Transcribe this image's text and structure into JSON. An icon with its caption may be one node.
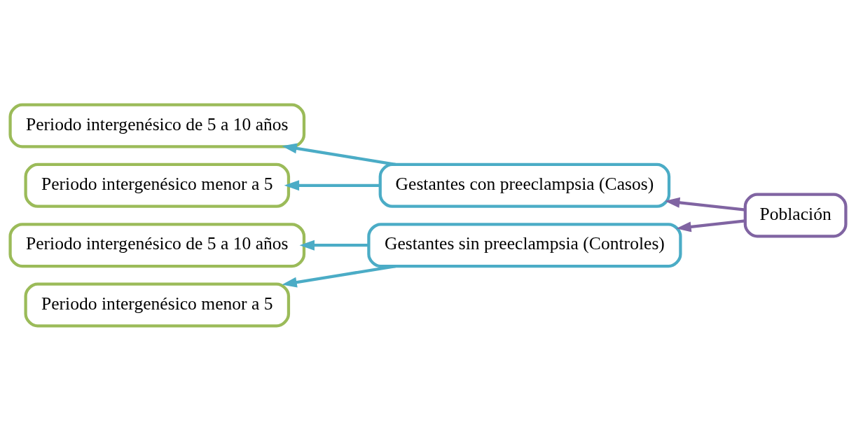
{
  "diagram": {
    "nodes": [
      {
        "text": [
          "Periodo intergenésico de 5 a 10 años"
        ]
      },
      {
        "text": [
          "Periodo intergenésico menor a 5"
        ]
      },
      {
        "text": [
          "Gestantes con preeclampsia (Casos)"
        ]
      },
      {
        "text": [
          "Periodo intergenésico de 5 a 10 años"
        ]
      },
      {
        "text": [
          "Periodo intergenésico menor a 5"
        ]
      },
      {
        "text": [
          "Gestantes sin preeclampsia (Controles)"
        ]
      },
      {
        "text": [
          "Población"
        ]
      }
    ],
    "edges": [
      {
        "from": 6,
        "to": 2,
        "arrow": "to",
        "color": "#8064a2"
      },
      {
        "from": 6,
        "to": 5,
        "arrow": "to",
        "color": "#8064a2"
      },
      {
        "from": 2,
        "to": 0,
        "arrow": "to"
      },
      {
        "from": 2,
        "to": 1,
        "arrow": "to"
      },
      {
        "from": 5,
        "to": 3,
        "arrow": "to"
      },
      {
        "from": 5,
        "to": 4,
        "arrow": "to"
      }
    ]
  }
}
